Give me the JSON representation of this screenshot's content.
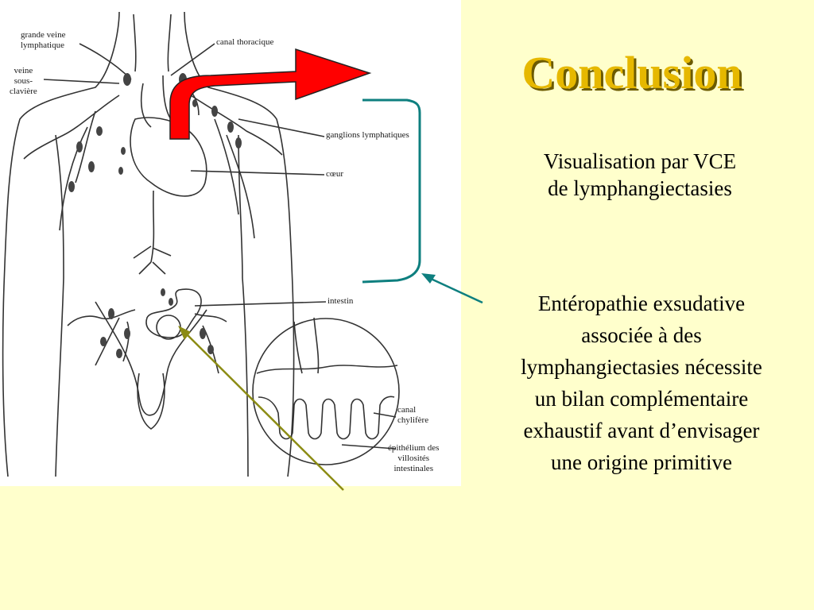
{
  "slide": {
    "title": "Conclusion",
    "caption_top": [
      "Visualisation par VCE",
      "de lymphangiectasies"
    ],
    "caption_main": [
      "Entéropathie exsudative",
      "associée à des",
      "lymphangiectasies nécessite",
      "un bilan complémentaire",
      "exhaustif avant d’envisager",
      "une origine primitive"
    ],
    "colors": {
      "background": "#FFFFCC",
      "title": "#E6B800",
      "big_arrow": "#FF0000",
      "bracket": "#0E7F7F",
      "pointer_line": "#8C8C14"
    }
  },
  "illustration": {
    "labels": {
      "grande_veine": [
        "grande veine",
        "lymphatique"
      ],
      "veine_sous_claviere": [
        "veine",
        "sous-",
        "clavière"
      ],
      "canal_thoracique": "canal thoracique",
      "ganglions": "ganglions lymphatiques",
      "coeur": "cœur",
      "intestin": "intestin",
      "canal_chylifere": [
        "canal",
        "chylifère"
      ],
      "epithelium": [
        "épithélium des",
        "villosités",
        "intestinales"
      ]
    }
  }
}
